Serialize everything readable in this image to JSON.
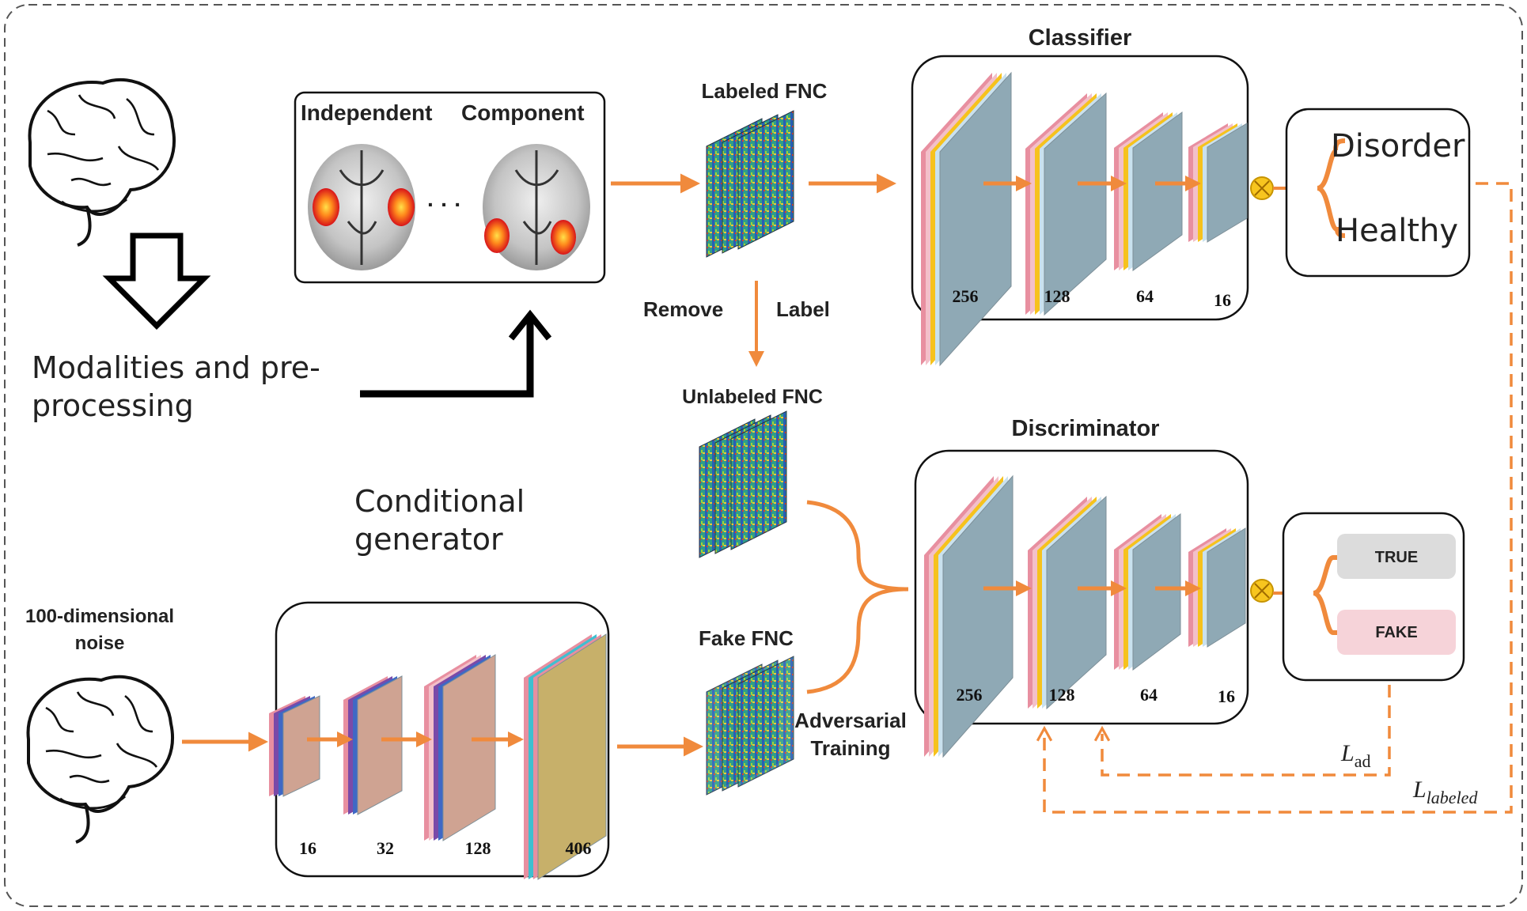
{
  "left": {
    "modalities_line1": "Modalities and pre-",
    "modalities_line2": "processing",
    "noise_line1": "100-dimensional",
    "noise_line2": "noise",
    "generator_line1": "Conditional",
    "generator_line2": "generator"
  },
  "ica": {
    "title_left": "Independent",
    "title_right": "Component",
    "ellipsis": "· · ·"
  },
  "middle": {
    "labeled_fnc": "Labeled FNC",
    "remove": "Remove",
    "label": "Label",
    "unlabeled_fnc": "Unlabeled FNC",
    "fake_fnc": "Fake  FNC",
    "adversarial_line1": "Adversarial",
    "adversarial_line2": "Training"
  },
  "classifier": {
    "title": "Classifier",
    "layers": [
      "256",
      "128",
      "64",
      "16"
    ],
    "outputs": [
      "Disorder",
      "Healthy"
    ]
  },
  "discriminator": {
    "title": "Discriminator",
    "layers": [
      "256",
      "128",
      "64",
      "16"
    ],
    "outputs": [
      "TRUE",
      "FAKE"
    ]
  },
  "generator": {
    "layers": [
      "16",
      "32",
      "128",
      "406"
    ]
  },
  "losses": {
    "ad_symbol": "L",
    "ad_sub": "ad",
    "labeled_symbol": "L",
    "labeled_sub": "labeled"
  },
  "colors": {
    "arrow": "#f08a3c",
    "layer_face": "#8fa9b5",
    "gen_face": "#cfa392",
    "gen_last_face": "#c7b06a",
    "true_box": "#dcdcdc",
    "fake_box": "#f6d3d9",
    "multiply_node": "#f7c51f"
  }
}
